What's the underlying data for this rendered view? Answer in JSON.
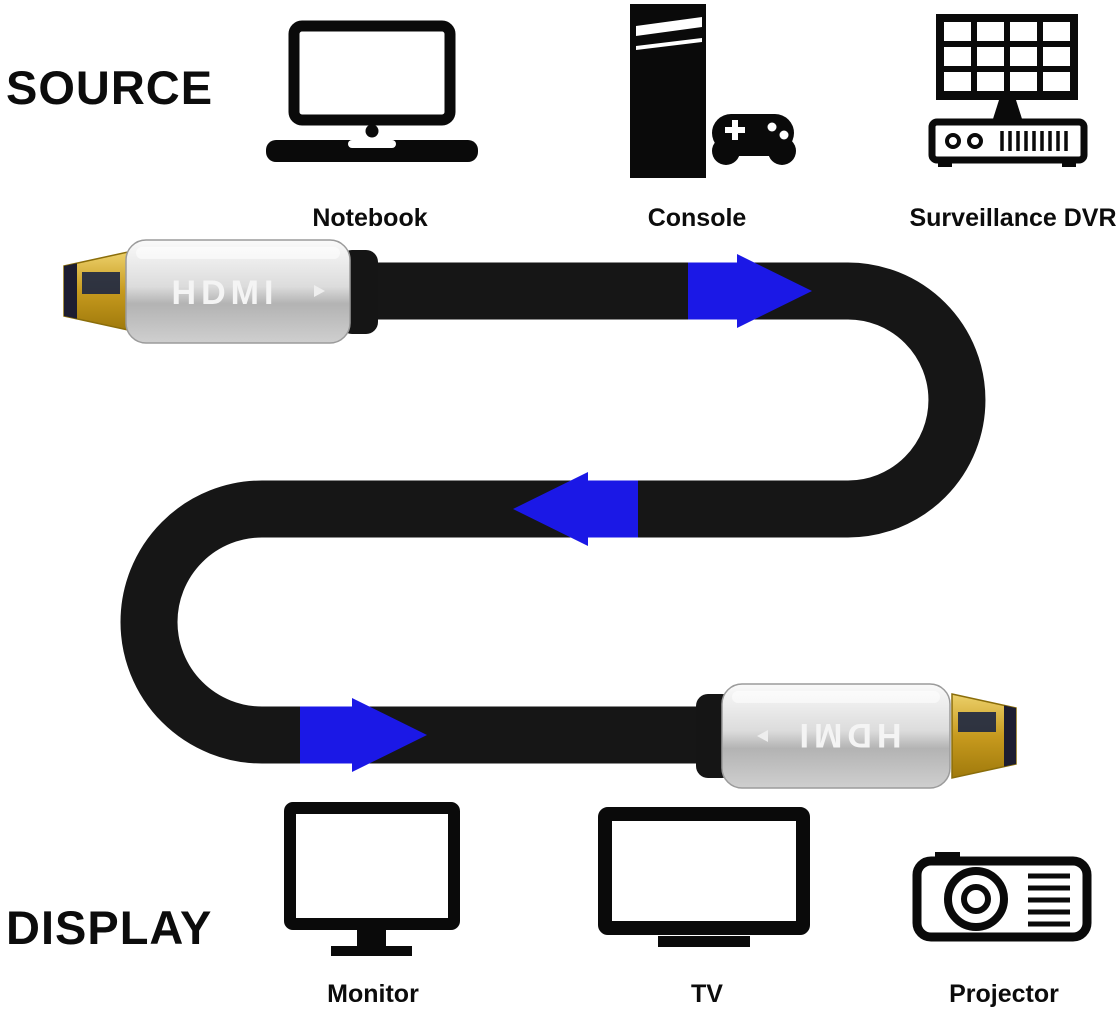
{
  "diagram": {
    "source_label": "SOURCE",
    "display_label": "DISPLAY",
    "source_devices": [
      {
        "label": "Notebook"
      },
      {
        "label": "Console"
      },
      {
        "label": "Surveillance DVR"
      }
    ],
    "display_devices": [
      {
        "label": "Monitor"
      },
      {
        "label": "TV"
      },
      {
        "label": "Projector"
      }
    ],
    "cable": {
      "connector_text": "HDMI",
      "cable_color": "#161616",
      "arrow_color": "#1b18e6",
      "connector_shell_color": "#d6d6d6",
      "plug_color": "#c79a1e"
    }
  }
}
